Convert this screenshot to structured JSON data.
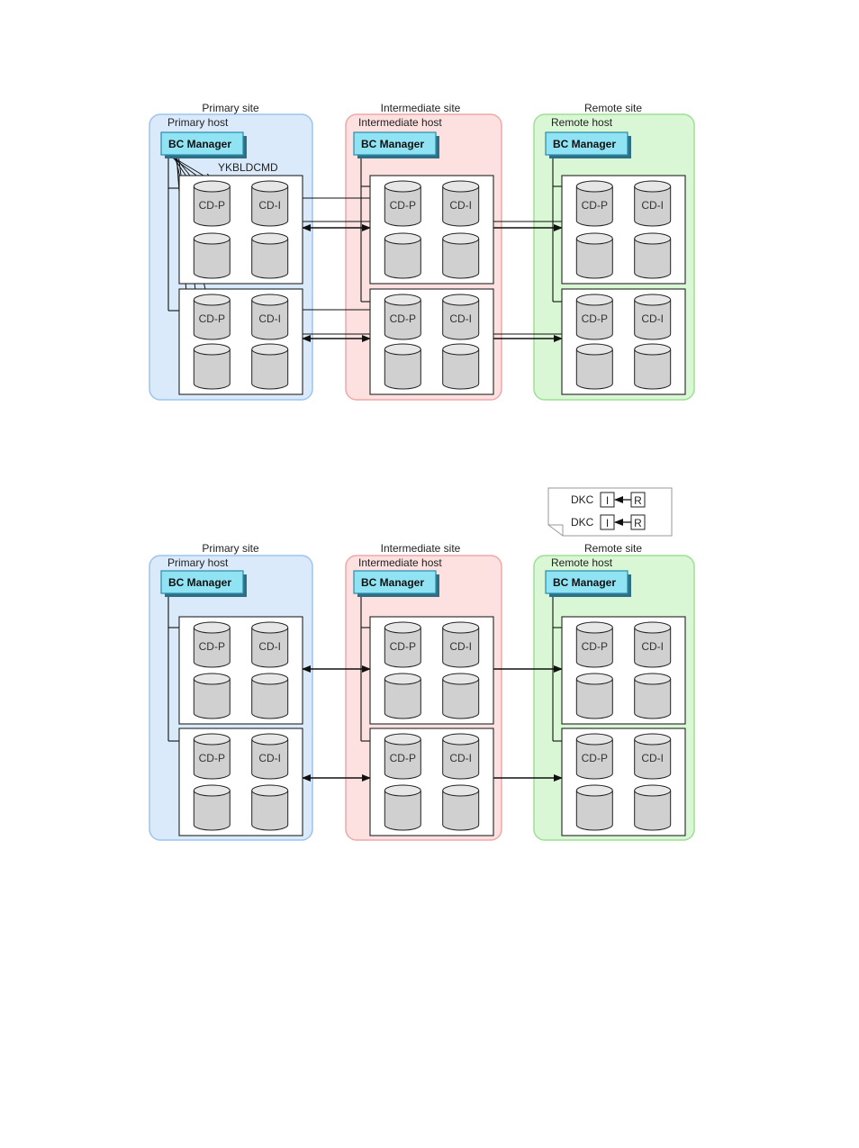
{
  "colors": {
    "primary_fill": "#dbeafb",
    "primary_stroke": "#9cc4ee",
    "intermediate_fill": "#fde0e0",
    "intermediate_stroke": "#f0a8a8",
    "remote_fill": "#d9f7d4",
    "remote_stroke": "#9ddf94",
    "bc_fill": "#8fe3f3",
    "bc_stroke": "#2a8ca8",
    "cyl_fill": "#d0d0d0"
  },
  "diagrams": [
    {
      "id": "top",
      "command_label": "YKBLDCMD",
      "sites": [
        {
          "key": "primary",
          "site_label": "Primary site",
          "host_label": "Primary host",
          "bc_label": "BC Manager"
        },
        {
          "key": "intermediate",
          "site_label": "Intermediate site",
          "host_label": "Intermediate host",
          "bc_label": "BC Manager"
        },
        {
          "key": "remote",
          "site_label": "Remote site",
          "host_label": "Remote host",
          "bc_label": "BC Manager"
        }
      ]
    },
    {
      "id": "bottom",
      "sites": [
        {
          "key": "primary",
          "site_label": "Primary site",
          "host_label": "Primary host",
          "bc_label": "BC Manager"
        },
        {
          "key": "intermediate",
          "site_label": "Intermediate site",
          "host_label": "Intermediate host",
          "bc_label": "BC Manager"
        },
        {
          "key": "remote",
          "site_label": "Remote site",
          "host_label": "Remote host",
          "bc_label": "BC Manager"
        }
      ]
    }
  ],
  "volume_labels": {
    "cdp": "CD-P",
    "cdi": "CD-I"
  },
  "legend": {
    "rows": [
      {
        "label": "DKC",
        "left_box": "I",
        "right_box": "R"
      },
      {
        "label": "DKC",
        "left_box": "I",
        "right_box": "R"
      }
    ]
  }
}
